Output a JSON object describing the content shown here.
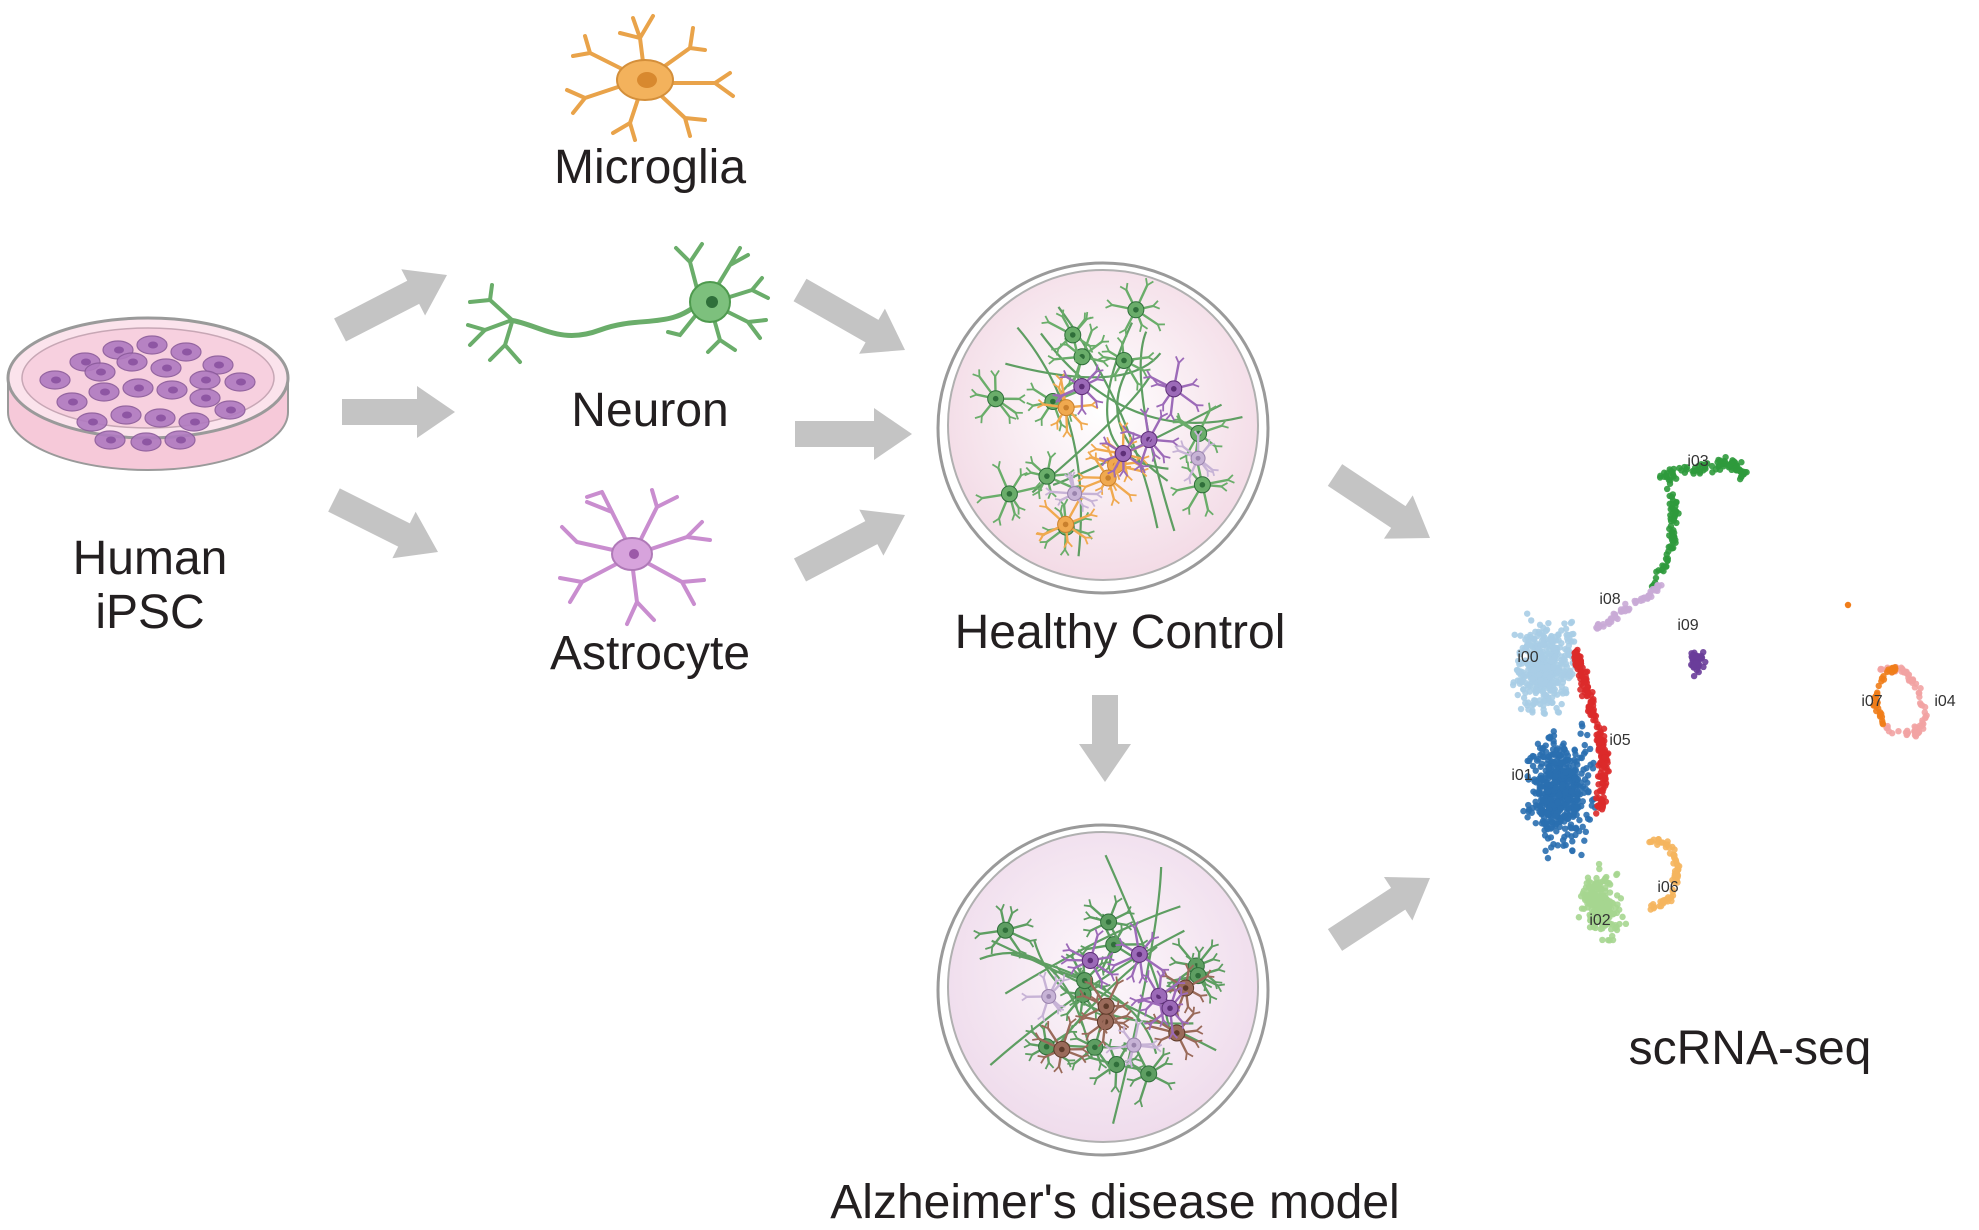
{
  "labels": {
    "human_ipsc_line1": "Human",
    "human_ipsc_line2": "iPSC",
    "microglia": "Microglia",
    "neuron": "Neuron",
    "astrocyte": "Astrocyte",
    "healthy_control": "Healthy Control",
    "ad_model": "Alzheimer's disease model",
    "scrna_seq": "scRNA-seq"
  },
  "clusters": [
    {
      "id": "i00",
      "color": "#a8cde6"
    },
    {
      "id": "i01",
      "color": "#2a6fb0"
    },
    {
      "id": "i02",
      "color": "#a6d690"
    },
    {
      "id": "i03",
      "color": "#2f9a3c"
    },
    {
      "id": "i04",
      "color": "#f2a3a3"
    },
    {
      "id": "i05",
      "color": "#dc2a2a"
    },
    {
      "id": "i06",
      "color": "#f5b55e"
    },
    {
      "id": "i07",
      "color": "#f07d1a"
    },
    {
      "id": "i08",
      "color": "#c9aad6"
    },
    {
      "id": "i09",
      "color": "#6a3d9a"
    }
  ],
  "colors": {
    "arrow": "#c4c4c4",
    "neuron": "#6aad6a",
    "microglia": "#f0a94f",
    "astrocyte": "#c98dcf",
    "ipsc_cell": "#b07ac0",
    "dish_fill": "#f8d6e2",
    "text": "#231f20"
  }
}
